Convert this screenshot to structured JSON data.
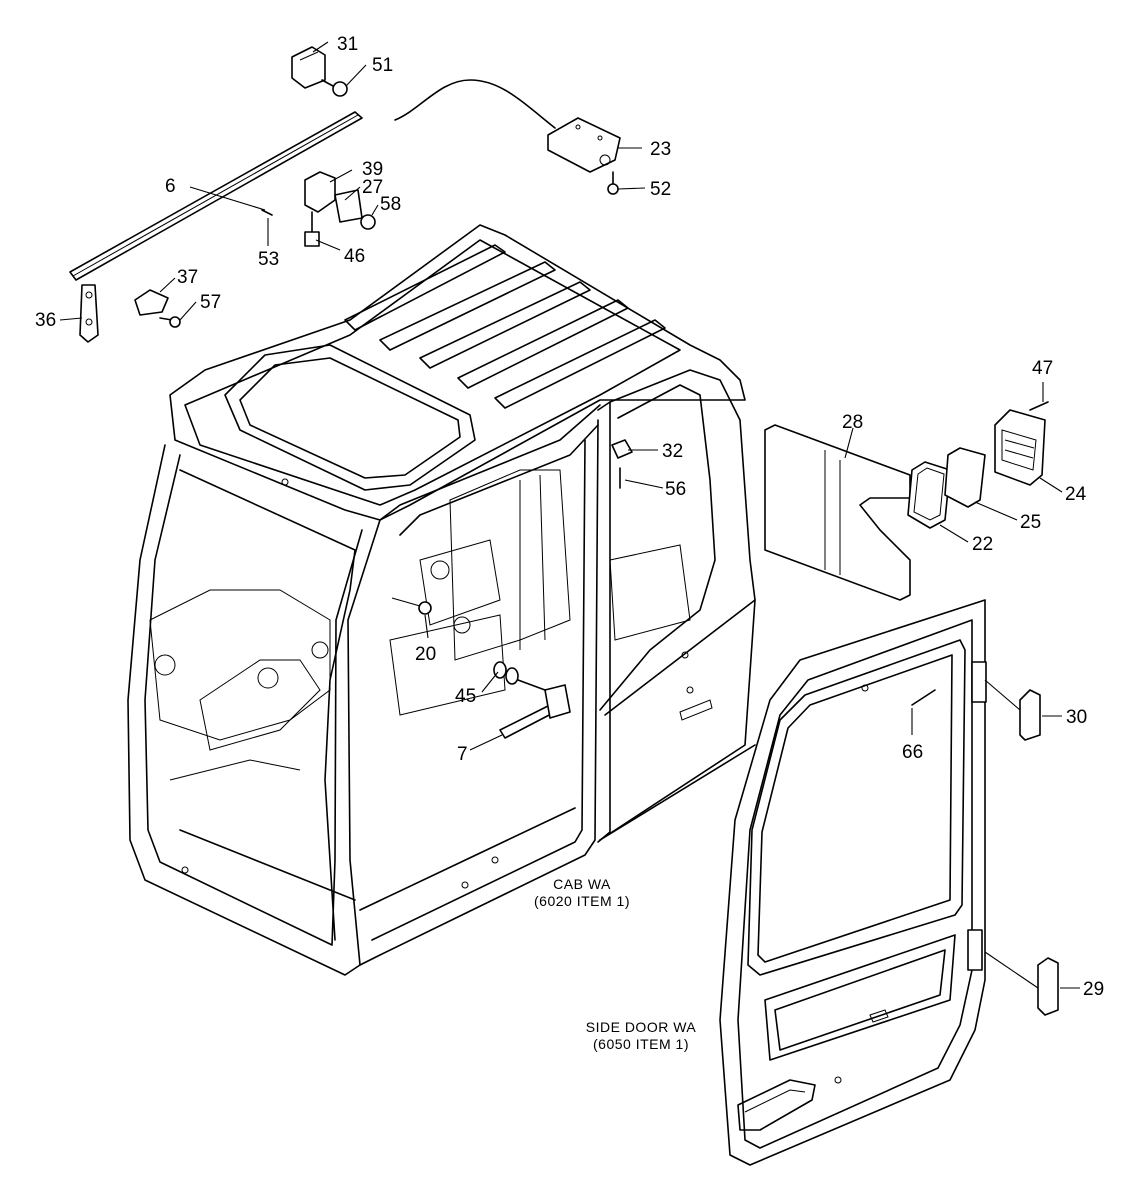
{
  "callouts": {
    "c31": "31",
    "c51": "51",
    "c23": "23",
    "c52": "52",
    "c6": "6",
    "c53": "53",
    "c39": "39",
    "c27": "27",
    "c58": "58",
    "c46": "46",
    "c37": "37",
    "c57": "57",
    "c36": "36",
    "c47": "47",
    "c28": "28",
    "c32": "32",
    "c56": "56",
    "c24": "24",
    "c25": "25",
    "c22": "22",
    "c20": "20",
    "c45": "45",
    "c7": "7",
    "c30": "30",
    "c66": "66",
    "c29": "29"
  },
  "captions": {
    "cab_line1": "CAB WA",
    "cab_line2": "(6020 ITEM 1)",
    "door_line1": "SIDE DOOR WA",
    "door_line2": "(6050 ITEM 1)"
  }
}
